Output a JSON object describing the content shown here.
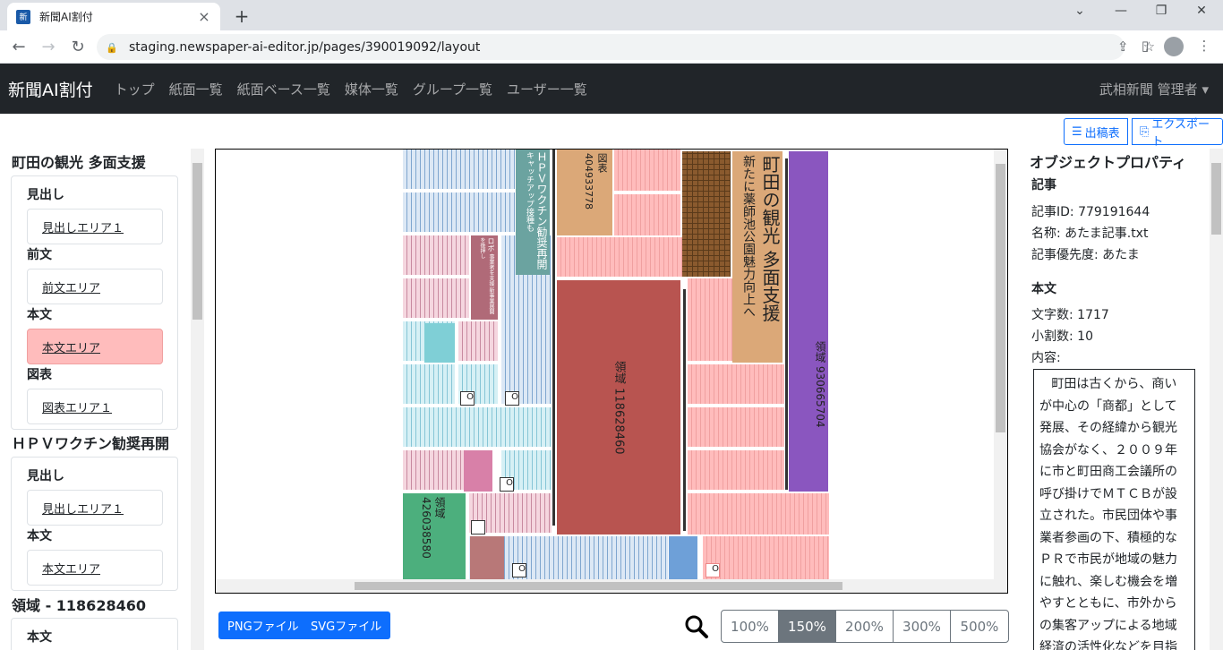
{
  "browser": {
    "tab_title": "新聞AI割付",
    "url": "staging.newspaper-ai-editor.jp/pages/390019092/layout"
  },
  "navbar": {
    "brand": "新聞AI割付",
    "links": [
      "トップ",
      "紙面一覧",
      "紙面ベース一覧",
      "媒体一覧",
      "グループ一覧",
      "ユーザー一覧"
    ],
    "user": "武相新聞 管理者"
  },
  "toolbar": {
    "report_label": "出稿表",
    "export_label": "エクスポート"
  },
  "left_panel": {
    "groups": [
      {
        "title": "町田の観光 多面支援",
        "sections": [
          {
            "label": "見出し",
            "area": "見出しエリア１"
          },
          {
            "label": "前文",
            "area": "前文エリア"
          },
          {
            "label": "本文",
            "area": "本文エリア"
          },
          {
            "label": "図表",
            "area": "図表エリア１"
          }
        ]
      },
      {
        "title": "ＨＰＶワクチン勧奨再開",
        "sections": [
          {
            "label": "見出し",
            "area": "見出しエリア１"
          },
          {
            "label": "本文",
            "area": "本文エリア"
          }
        ]
      },
      {
        "title": "領域 - 118628460",
        "sections": [
          {
            "label": "本文",
            "area": ""
          }
        ]
      }
    ]
  },
  "canvas": {
    "hpv_headline": "ＨＰＶワクチン勧奨再開",
    "hpv_sub": "キャッチアップ接種も",
    "figure_label": "図表 404933778",
    "main_headline": "町田の観光 多面支援",
    "main_sub": "新たに薬師池公園魅力向上へ",
    "region_center": "領域 118628460",
    "region_purple": "領域 930665704",
    "region_green": "領域 426038580",
    "robot_text": "ロボ",
    "robot_small": "事業者を支援 新事業展開を後押し",
    "marker": "O"
  },
  "export": {
    "png_label": "PNGファイル",
    "svg_label": "SVGファイル"
  },
  "zoom": {
    "options": [
      "100%",
      "150%",
      "200%",
      "300%",
      "500%"
    ],
    "active": "150%"
  },
  "properties": {
    "title": "オブジェクトプロパティ",
    "article_heading": "記事",
    "article_id": "記事ID: 779191644",
    "name": "名称: あたま記事.txt",
    "priority": "記事優先度: あたま",
    "body_heading": "本文",
    "char_count": "文字数: 1717",
    "split_count": "小割数: 10",
    "content_label": "内容:",
    "content_text": "町田は古くから、商いが中心の「商都」として発展、その経緯から観光協会がなく、２００９年に市と町田商工会議所の呼び掛けでＭＴＣＢが設立された。市民団体や事業者参画の下、積極的なＰＲで市民が地域の魅力に触れ、楽しむ機会を増やすとともに、市外からの集客アップによる地域経済の活性化などを目指している。 定例事"
  },
  "colors": {
    "navbar": "#212529",
    "primary": "#0d6efd",
    "selected_area": "#ffbcbc",
    "region_center": "#b85450",
    "region_purple": "#8a56bf",
    "region_green": "#4caf7d"
  }
}
